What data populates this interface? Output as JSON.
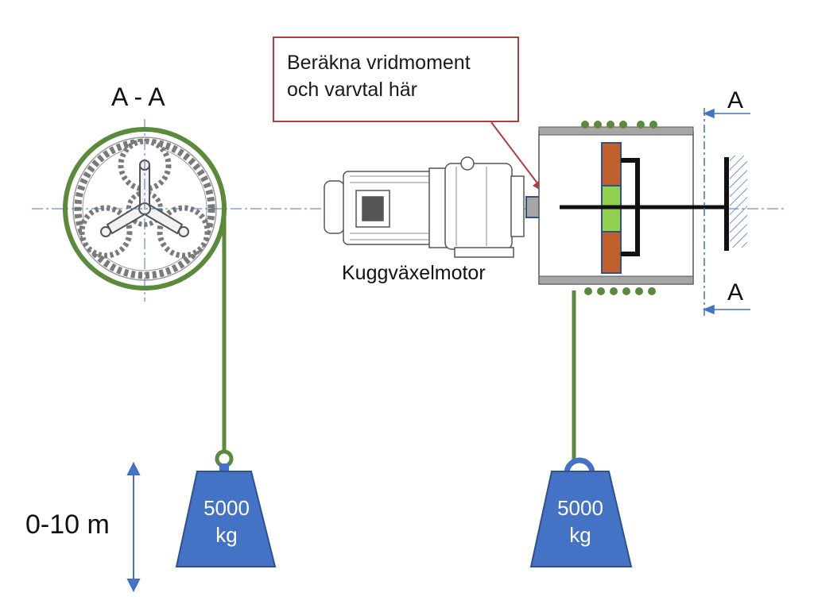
{
  "callout": {
    "line1": "Beräkna vridmoment",
    "line2": "och varvtal här"
  },
  "section_title": "A - A",
  "section_marker": "A",
  "motor_label": "Kuggväxelmotor",
  "range_label": "0-10 m",
  "weights": [
    {
      "mass": "5000",
      "unit": "kg"
    },
    {
      "mass": "5000",
      "unit": "kg"
    }
  ],
  "colors": {
    "rope": "#5b8a3a",
    "weight": "#4472c4",
    "callout_border": "#b43c3c",
    "brake_pad": "#c0612b",
    "hub": "#92d050",
    "axis": "#4472c4"
  }
}
